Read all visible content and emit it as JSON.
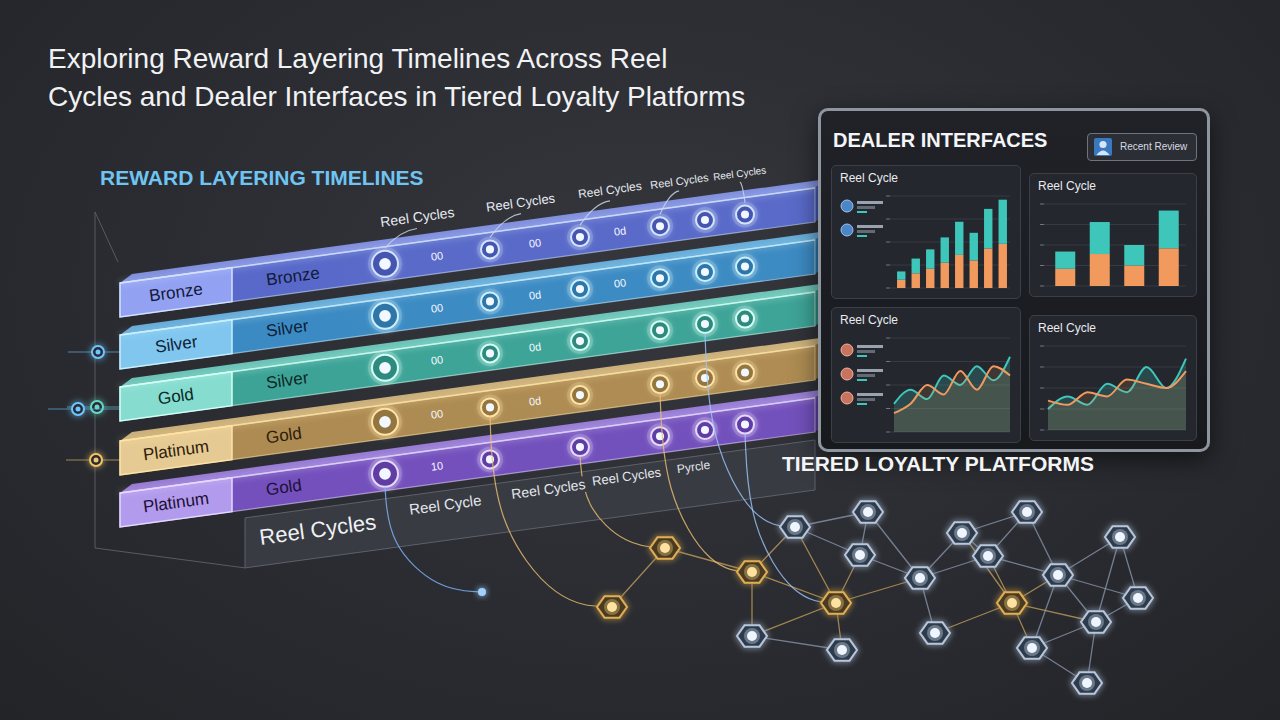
{
  "diagram": {
    "title": "Exploring Reward Layering Timelines Across Reel Cycles and Dealer Interfaces in Tiered Loyalty Platforms",
    "nodes": [
      {
        "text": [
          "Bronze",
          "Bronze"
        ]
      },
      {
        "text": [
          "Silver",
          "Silver"
        ]
      },
      {
        "text": [
          "Gold",
          "Silver"
        ]
      },
      {
        "text": [
          "Platinum",
          "Gold"
        ]
      },
      {
        "text": [
          "Platinum",
          "Gold"
        ]
      },
      {
        "text": [
          "DEALER INTERFACES"
        ]
      },
      {
        "text": [
          "Recent Review"
        ],
        "in": 5
      },
      {
        "text": [
          "Reel Cycle"
        ],
        "in": 5
      },
      {
        "text": [
          "Reel Cycle"
        ],
        "in": 5
      },
      {
        "text": [
          "Reel Cycle"
        ],
        "in": 5
      },
      {
        "text": [
          "Reel Cycle"
        ],
        "in": 5
      }
    ],
    "labels": [
      "REWARD LAYERING TIMELINES",
      "Reel Cycles",
      "Reel Cycles",
      "Reel Cycles",
      "Reel Cycles",
      "Reel Cycles",
      "00",
      "00",
      "0d",
      "00",
      "0d",
      "00",
      "00",
      "0d",
      "00",
      "0d",
      "10",
      "Reel Cycles",
      "Reel Cycle",
      "Reel Cycles",
      "Reel Cycles",
      "Pyrcle",
      "TIERED LOYALTY PLATFORMS"
    ]
  }
}
